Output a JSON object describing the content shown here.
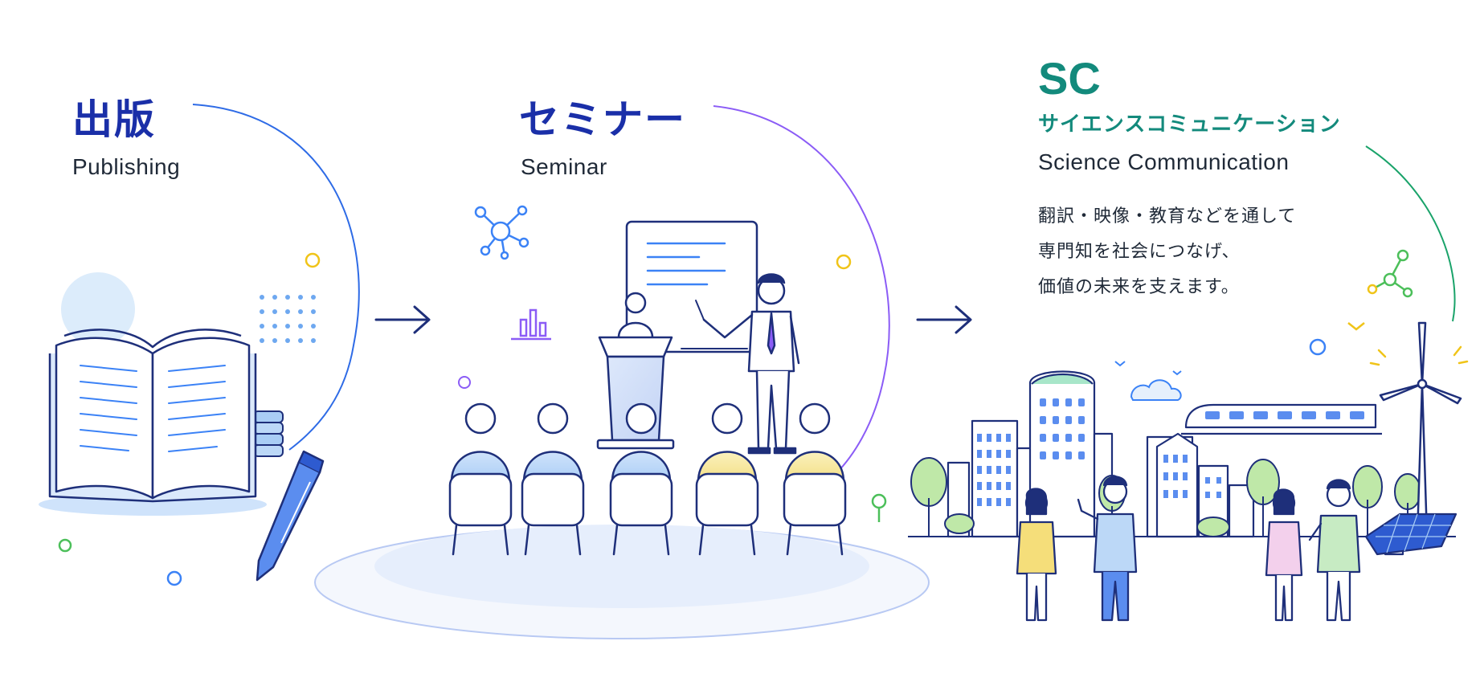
{
  "stages": [
    {
      "title_jp": "出版",
      "title_en": "Publishing"
    },
    {
      "title_jp": "セミナー",
      "title_en": "Seminar"
    },
    {
      "title_short": "SC",
      "title_jp": "サイエンスコミュニケーション",
      "title_en": "Science Communication",
      "description": [
        "翻訳・映像・教育などを通して",
        "専門知を社会につなげ、",
        "価値の未来を支えます。"
      ]
    }
  ],
  "colors": {
    "publishing_title": "#1a2fa8",
    "publishing_arc": "#2e6be6",
    "seminar_title": "#1a2fa8",
    "seminar_arc": "#8b5cf6",
    "sc_title": "#138a7c",
    "sc_arc": "#1aa36a",
    "outline": "#1e2f7a",
    "arrow": "#1e2f7a"
  },
  "icons": [
    "open-book-icon",
    "pen-icon",
    "stacked-books-icon",
    "network-node-icon",
    "bar-chart-icon",
    "presenter-icon",
    "podium-icon",
    "audience-icon",
    "city-buildings-icon",
    "train-icon",
    "wind-turbine-icon",
    "solar-panel-icon",
    "people-group-icon",
    "molecule-icon"
  ]
}
